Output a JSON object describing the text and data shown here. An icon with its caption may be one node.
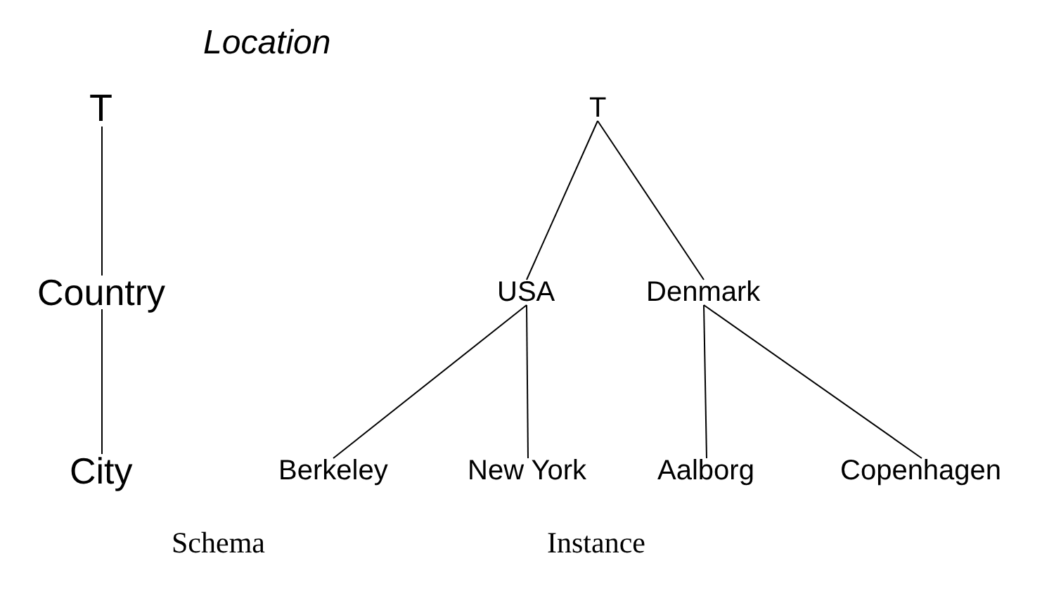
{
  "diagram": {
    "title": "Location",
    "nodes": [
      {
        "text": [
          "T"
        ]
      },
      {
        "text": [
          "Country"
        ]
      },
      {
        "text": [
          "City"
        ]
      },
      {
        "text": [
          "T"
        ]
      },
      {
        "text": [
          "USA"
        ]
      },
      {
        "text": [
          "Denmark"
        ]
      },
      {
        "text": [
          "Berkeley"
        ]
      },
      {
        "text": [
          "New York"
        ]
      },
      {
        "text": [
          "Aalborg"
        ]
      },
      {
        "text": [
          "Copenhagen"
        ]
      }
    ],
    "edges": [
      {
        "from": 0,
        "to": 1,
        "arrow": "none"
      },
      {
        "from": 1,
        "to": 2,
        "arrow": "none"
      },
      {
        "from": 3,
        "to": 4,
        "arrow": "none"
      },
      {
        "from": 3,
        "to": 5,
        "arrow": "none"
      },
      {
        "from": 4,
        "to": 6,
        "arrow": "none"
      },
      {
        "from": 4,
        "to": 7,
        "arrow": "none"
      },
      {
        "from": 5,
        "to": 8,
        "arrow": "none"
      },
      {
        "from": 5,
        "to": 9,
        "arrow": "none"
      }
    ],
    "labels": [
      "Schema",
      "Instance"
    ]
  }
}
